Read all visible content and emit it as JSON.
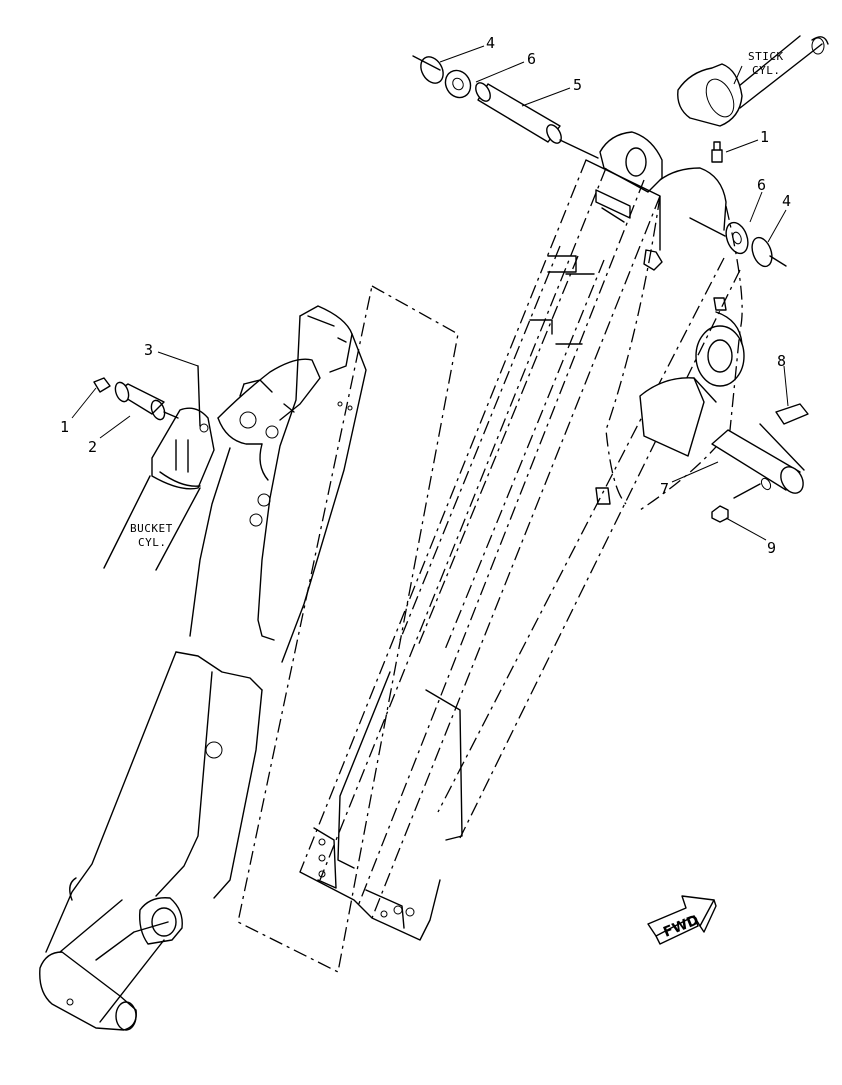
{
  "callouts": [
    {
      "id": "c1a",
      "label": "1"
    },
    {
      "id": "c1b",
      "label": "1"
    },
    {
      "id": "c2",
      "label": "2"
    },
    {
      "id": "c3",
      "label": "3"
    },
    {
      "id": "c4a",
      "label": "4"
    },
    {
      "id": "c4b",
      "label": "4"
    },
    {
      "id": "c5",
      "label": "5"
    },
    {
      "id": "c6a",
      "label": "6"
    },
    {
      "id": "c6b",
      "label": "6"
    },
    {
      "id": "c7",
      "label": "7"
    },
    {
      "id": "c8",
      "label": "8"
    },
    {
      "id": "c9",
      "label": "9"
    }
  ],
  "labels": {
    "stick_line1": "STICK",
    "stick_line2": "CYL.",
    "bucket_line1": "BUCKET",
    "bucket_line2": "CYL."
  },
  "direction_arrow": "FWD"
}
